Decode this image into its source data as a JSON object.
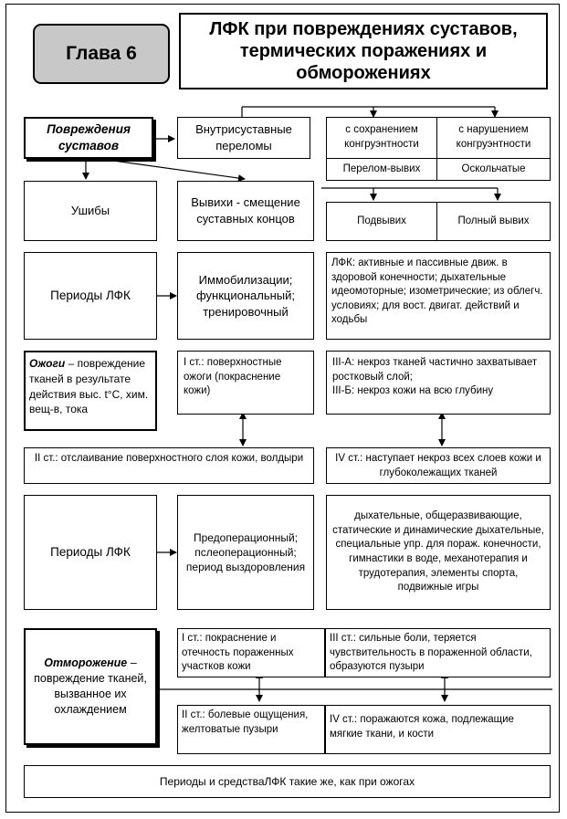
{
  "header": {
    "chapter": "Глава 6",
    "title": "ЛФК при повреждениях суставов, термических поражениях и обморожениях"
  },
  "joints": {
    "heading": "Повреждения суставов",
    "intra_fractures": "Внутрисуставные переломы",
    "with_congruence": "с сохранением конгруэнтности",
    "without_congruence": "с нарушением конгруэнтности",
    "fracture_dislocation": "Перелом-вывих",
    "chip": "Оскольчатые",
    "bruises": "Ушибы",
    "dislocations": "Вывихи - смещение суставных концов",
    "subluxation": "Подвывих",
    "full_dislocation": "Полный вывих",
    "periods_label": "Периоды ЛФК",
    "periods_text": "Иммобилизации; функциональный; тренировочный",
    "lfk_text": "ЛФК: активные и пассивные движ. в здоровой конечности; дыхательные идеомоторные; изометрические; из облегч. условиях; для вост. двигат. действий и ходьбы"
  },
  "burns": {
    "heading": "Ожоги",
    "definition": " – повреждение тканей в результате действия выс. t°С, хим. вещ-в, тока",
    "st1_label": "I ст.:",
    "st1": " поверхностные ожоги (покраснение кожи)",
    "st3a_label": "III-А:",
    "st3a": " некроз тканей частично захватывает ростковый слой;",
    "st3b_label": "III-Б:",
    "st3b": " некроз кожи на всю глубину",
    "st2_label": "II ст.:",
    "st2": " отслаивание поверхностного слоя кожи, волдыри",
    "st4_label": "IV ст.:",
    "st4": " наступает некроз всех слоев кожи и глубоколежащих тканей",
    "periods_label": "Периоды ЛФК",
    "periods_text": "Предоперационный; пслеоперационный; период выздоровления",
    "means_text": "дыхательные, общеразвивающие, статические и динамические дыхательные, специальные упр. для пораж. конечности, гимнастики в воде, механотерапия и трудотерапия, элементы спорта, подвижные игры"
  },
  "frostbite": {
    "heading": "Отморожение",
    "definition": " – повреждение тканей, вызванное их охлаждением",
    "st1_label": "I ст.:",
    "st1": " покраснение и отечность пораженных участков кожи",
    "st3_label": "III ст.:",
    "st3": " сильные боли, теряется чувствительность в пораженной области, образуются пузыри",
    "st2_label": "II ст.:",
    "st2": " болевые ощущения, желтоватые пузыри",
    "st4_label": "IV ст.:",
    "st4": " поражаются кожа, подлежащие мягкие ткани, и кости",
    "footer": "Периоды и средстваЛФК такие же, как при ожогах"
  }
}
